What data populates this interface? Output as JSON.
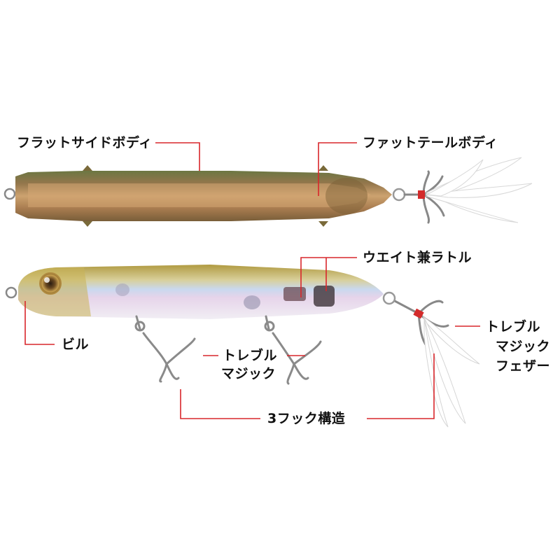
{
  "labels": {
    "flat_side_body": "フラットサイドボディ",
    "fat_tail_body": "ファットテールボディ",
    "weight_rattle": "ウエイト兼ラトル",
    "bill": "ビル",
    "treble_magic_center_1": "トレブル",
    "treble_magic_center_2": "マジック",
    "treble_magic_feather_1": "トレブル",
    "treble_magic_feather_2": "マジック",
    "treble_magic_feather_3": "フェザー",
    "three_hook_structure": "3フック構造"
  },
  "colors": {
    "leader_line": "#d9262b",
    "top_lure_body": "#a57845",
    "top_lure_back": "#6e7a3a",
    "bottom_lure_back": "#b8a24a",
    "bottom_lure_belly": "#e8e6f0",
    "feather": "#ffffff"
  }
}
